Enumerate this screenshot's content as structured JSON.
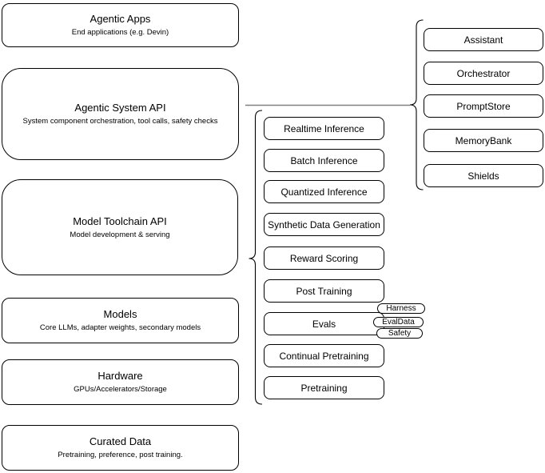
{
  "diagram": {
    "left_stack": [
      {
        "title": "Agentic Apps",
        "subtitle": "End applications (e.g. Devin)"
      },
      {
        "title": "Agentic System API",
        "subtitle": "System component orchestration, tool calls, safety checks"
      },
      {
        "title": "Model Toolchain API",
        "subtitle": "Model development & serving"
      },
      {
        "title": "Models",
        "subtitle": "Core LLMs, adapter weights, secondary models"
      },
      {
        "title": "Hardware",
        "subtitle": "GPUs/Accelerators/Storage"
      },
      {
        "title": "Curated Data",
        "subtitle": "Pretraining, preference, post training."
      }
    ],
    "toolchain_items": [
      "Realtime Inference",
      "Batch Inference",
      "Quantized Inference",
      "Synthetic Data Generation",
      "Reward Scoring",
      "Post Training",
      "Evals",
      "Continual Pretraining",
      "Pretraining"
    ],
    "eval_tags": [
      "Harness",
      "EvalData",
      "Safety"
    ],
    "system_components": [
      "Assistant",
      "Orchestrator",
      "PromptStore",
      "MemoryBank",
      "Shields"
    ],
    "colors": {
      "stroke": "#000000",
      "fill": "#ffffff",
      "connector": "#808080"
    }
  }
}
